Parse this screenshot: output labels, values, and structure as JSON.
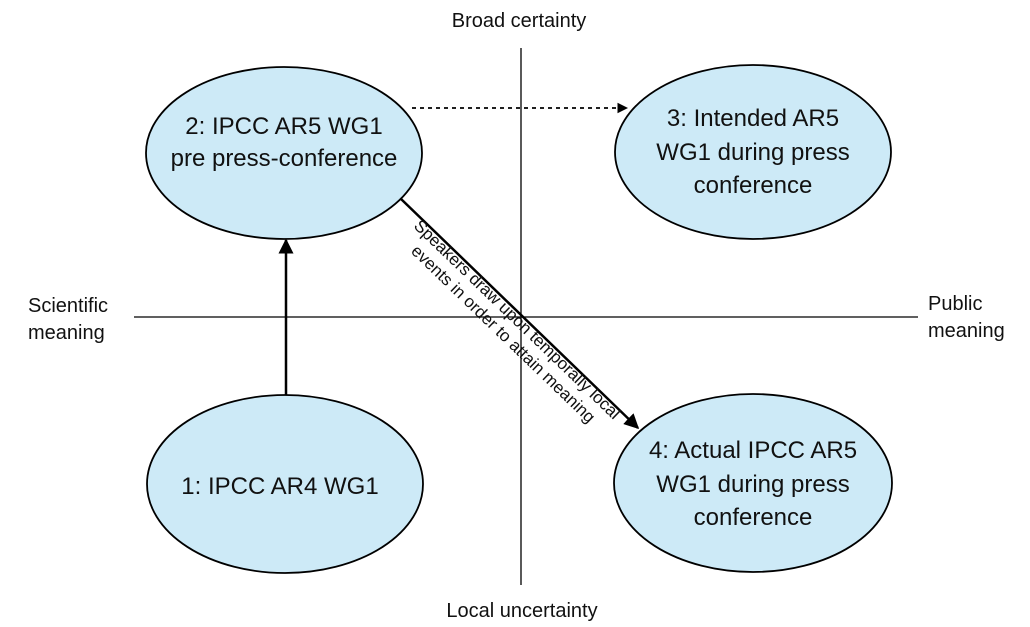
{
  "axes": {
    "top": "Broad certainty",
    "bottom": "Local uncertainty",
    "left": [
      "Scientific",
      "meaning"
    ],
    "right": [
      "Public",
      "meaning"
    ]
  },
  "nodes": {
    "n1": [
      "1: IPCC AR4 WG1"
    ],
    "n2": [
      "2: IPCC AR5 WG1",
      "pre press-conference"
    ],
    "n3": [
      "3: Intended AR5",
      "WG1 during press",
      "conference"
    ],
    "n4": [
      "4: Actual IPCC AR5",
      "WG1 during press",
      "conference"
    ]
  },
  "edge_note": [
    "Speakers draw upon temporally local",
    "events in order to attain meaning"
  ],
  "colors": {
    "node_fill": "#cdeaf7",
    "node_stroke": "#000000",
    "axis": "#000000"
  }
}
